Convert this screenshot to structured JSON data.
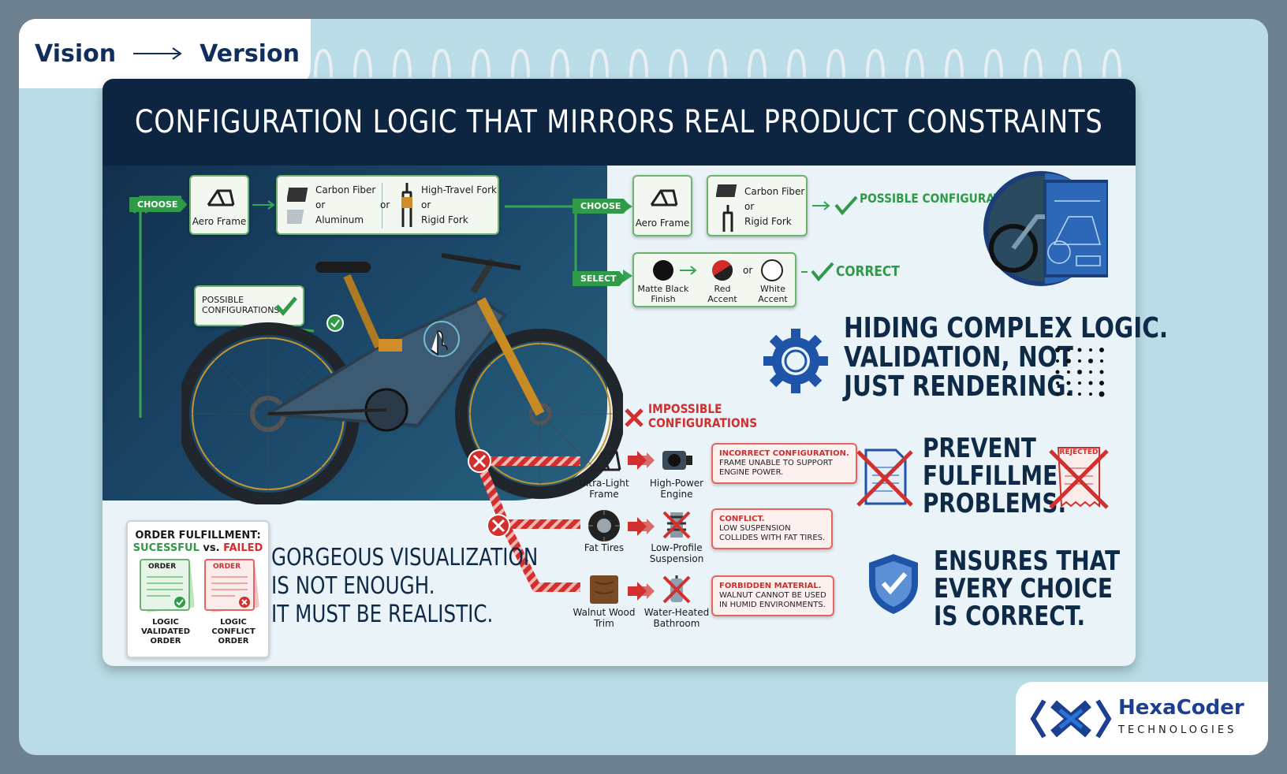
{
  "header": {
    "from": "Vision",
    "to": "Version"
  },
  "title": "CONFIGURATION LOGIC THAT MIRRORS REAL PRODUCT CONSTRAINTS",
  "left_flow": {
    "choose": "CHOOSE",
    "frame": "Aero Frame",
    "material_a": "Carbon Fiber",
    "material_or": "or",
    "material_b": "Aluminum",
    "mid_or": "or",
    "fork_a": "High-Travel Fork",
    "fork_or": "or",
    "fork_b": "Rigid Fork",
    "possible": "POSSIBLE CONFIGURATIONS"
  },
  "right_flow": {
    "choose": "CHOOSE",
    "frame": "Aero Frame",
    "part_a": "Carbon Fiber",
    "part_or": "or",
    "part_b": "Rigid Fork",
    "possible": "POSSIBLE CONFIGURATIONS",
    "select": "SELECT",
    "finish_1": "Matte Black Finish",
    "finish_2": "Red Accent",
    "finish_or": "or",
    "finish_3": "White Accent",
    "correct": "CORRECT"
  },
  "hiding": {
    "line1": "HIDING COMPLEX LOGIC.",
    "line2": "VALIDATION, NOT",
    "line3": "JUST RENDERING."
  },
  "impossible": {
    "heading_1": "IMPOSSIBLE",
    "heading_2": "CONFIGURATIONS",
    "rows": [
      {
        "a": "Ultra-Light Frame",
        "b": "High-Power Engine",
        "err_title": "INCORRECT CONFIGURATION.",
        "err_l1": "FRAME UNABLE TO SUPPORT",
        "err_l2": "ENGINE POWER."
      },
      {
        "a": "Fat Tires",
        "b": "Low-Profile Suspension",
        "err_title": "CONFLICT.",
        "err_l1": "LOW SUSPENSION",
        "err_l2": "COLLIDES WITH FAT TIRES."
      },
      {
        "a": "Walnut Wood Trim",
        "b": "Water-Heated Bathroom",
        "err_title": "FORBIDDEN MATERIAL.",
        "err_l1": "WALNUT CANNOT BE USED",
        "err_l2": "IN HUMID ENVIRONMENTS."
      }
    ]
  },
  "prevent": {
    "line1": "PREVENT",
    "line2": "FULFILLMENT",
    "line3": "PROBLEMS.",
    "stamp": "REJECTED"
  },
  "ensures": {
    "line1": "ENSURES THAT",
    "line2": "EVERY CHOICE",
    "line3": "IS CORRECT."
  },
  "order": {
    "title_1": "ORDER FULFILLMENT:",
    "title_ok": "SUCESSFUL",
    "title_vs": " vs. ",
    "title_bad": "FAILED",
    "doc_label_1": "ORDER",
    "doc_label_2": "ORDER",
    "cap_1": "LOGIC VALIDATED ORDER",
    "cap_2": "LOGIC CONFLICT ORDER"
  },
  "gorgeous": {
    "line1": "GORGEOUS VISUALIZATION",
    "line2": "IS NOT ENOUGH.",
    "line3": "IT MUST BE REALISTIC."
  },
  "logo": {
    "name": "HexaCoder",
    "sub": "TECHNOLOGIES"
  },
  "colors": {
    "navy": "#0d2540",
    "green": "#2f9a48",
    "red": "#d1302f",
    "blue": "#1c3f8f"
  }
}
